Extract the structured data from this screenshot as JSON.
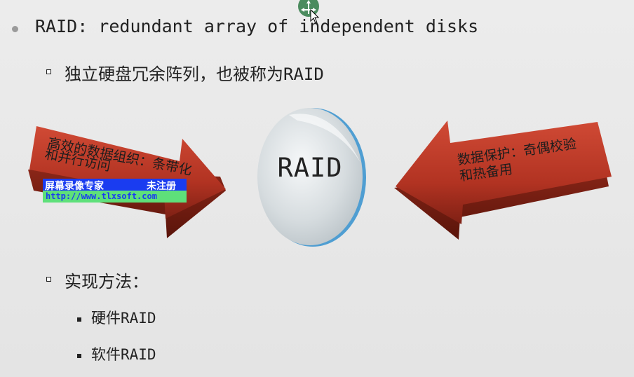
{
  "title": "RAID: redundant array of independent disks",
  "subtitle": "独立硬盘冗余阵列，也被称为RAID",
  "diagram": {
    "center_label": "RAID",
    "left_arrow_line1": "高效的数据组织：条带化",
    "left_arrow_line2": "和并行访问",
    "right_arrow_line1": "数据保护：奇偶校验",
    "right_arrow_line2": "和热备用",
    "colors": {
      "arrow": "#b8392a",
      "disk_rim": "#5aa6d6"
    }
  },
  "methods_heading": "实现方法：",
  "methods": [
    "硬件RAID",
    "软件RAID"
  ],
  "watermark": {
    "name": "屏幕录像专家",
    "status": "未注册",
    "url": "http://www.tlxsoft.com"
  }
}
